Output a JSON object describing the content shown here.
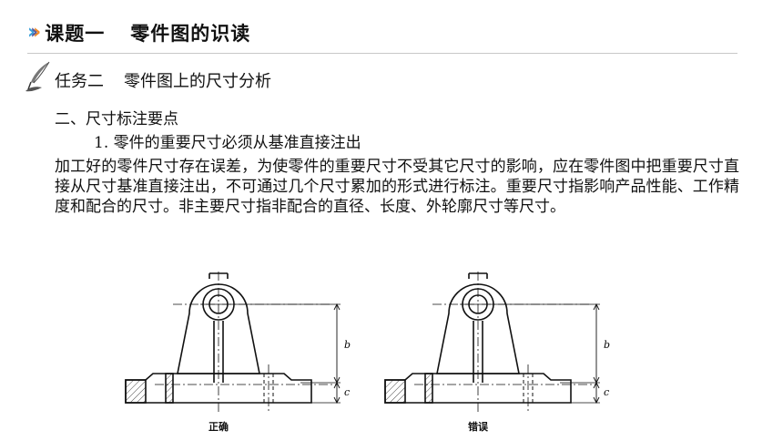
{
  "header": {
    "chevron_colors": [
      "#3aa0da",
      "#5b5b9c",
      "#f08a2a"
    ],
    "title": "课题一",
    "subtitle": "零件图的识读"
  },
  "task": {
    "icon": "quill-pen-icon",
    "label": "任务二",
    "title": "零件图上的尺寸分析"
  },
  "content": {
    "section_heading": "二、尺寸标注要点",
    "subheading": "1. 零件的重要尺寸必须从基准直接注出",
    "paragraph": "加工好的零件尺寸存在误差，为使零件的重要尺寸不受其它尺寸的影响，应在零件图中把重要尺寸直接从尺寸基准直接注出，不可通过几个尺寸累加的形式进行标注。重要尺寸指影响产品性能、工作精度和配合的尺寸。非主要尺寸指非配合的直径、长度、外轮廓尺寸等尺寸。"
  },
  "figure": {
    "left": {
      "caption": "正确",
      "dim_b": "b",
      "dim_c": "c"
    },
    "right": {
      "caption": "错误",
      "dim_b": "b",
      "dim_c": "c"
    }
  }
}
